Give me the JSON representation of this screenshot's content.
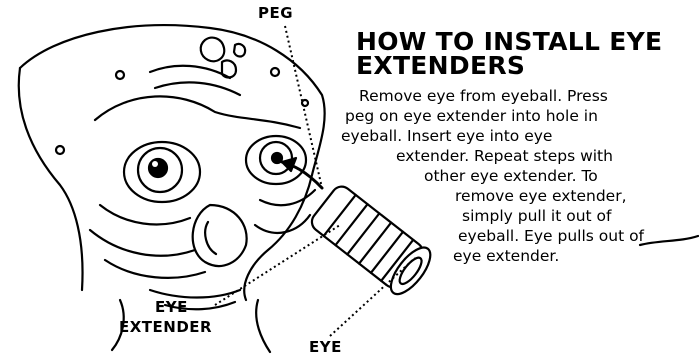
{
  "title_line_1": "HOW TO INSTALL EYE",
  "title_line_2": "EXTENDERS",
  "instructions_lines": [
    "Remove eye from eyeball. Press",
    "peg on eye extender into hole in",
    "eyeball. Insert eye into eye",
    "extender. Repeat steps with",
    "other eye extender. To",
    "remove eye extender,",
    "simply pull it out of",
    "eyeball. Eye pulls out of",
    "eye extender."
  ],
  "callouts": {
    "peg": "PEG",
    "eye_extender_line_1": "EYE",
    "eye_extender_line_2": "EXTENDER",
    "eye": "EYE"
  },
  "colors": {
    "ink": "#000000",
    "paper": "#ffffff"
  }
}
